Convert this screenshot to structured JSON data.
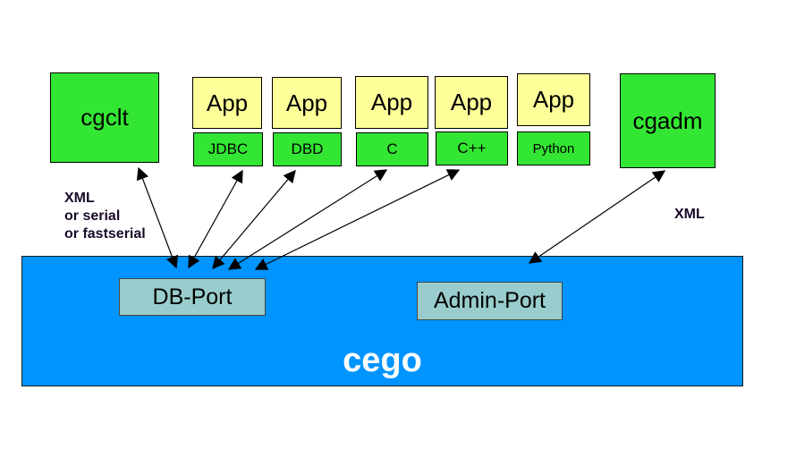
{
  "clients": {
    "cgclt": "cgclt",
    "cgadm": "cgadm"
  },
  "apps": [
    {
      "app": "App",
      "lang": "JDBC"
    },
    {
      "app": "App",
      "lang": "DBD"
    },
    {
      "app": "App",
      "lang": "C"
    },
    {
      "app": "App",
      "lang": "C++"
    },
    {
      "app": "App",
      "lang": "Python"
    }
  ],
  "notes": {
    "left": [
      "XML",
      "or serial",
      "or fastserial"
    ],
    "right": "XML"
  },
  "ports": {
    "db": "DB-Port",
    "admin": "Admin-Port"
  },
  "server": {
    "name": "cego"
  },
  "colors": {
    "client_green": "#33e633",
    "app_yellow": "#ffff99",
    "server_blue": "#0094ff",
    "port_teal": "#99cccc"
  }
}
